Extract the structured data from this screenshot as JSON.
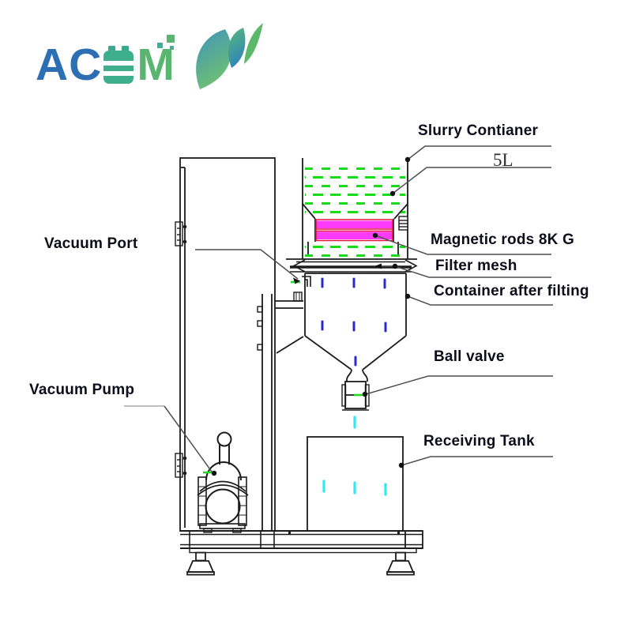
{
  "logo": {
    "part_ac": "AC",
    "part_m": "M",
    "full_text": "ACEM"
  },
  "labels": {
    "slurry_container": "Slurry Contianer",
    "volume": "5L",
    "magnetic_rods": "Magnetic rods 8K G",
    "filter_mesh": "Filter mesh",
    "container_after_filting": "Container after filting",
    "ball_valve": "Ball valve",
    "receiving_tank": "Receiving Tank",
    "vacuum_port": "Vacuum Port",
    "vacuum_pump": "Vacuum Pump"
  },
  "colors": {
    "line": "#1c1c1c",
    "leader": "#4f4f4f",
    "label_text": "#0c0c1a",
    "liquid_green": "#17dc17",
    "rod_magenta": "#fd3bfd",
    "rod_red": "#e31243",
    "drop_blue": "#2a2ad2",
    "drop_cyan": "#2ee9ef",
    "accent_tick_green": "#26d926",
    "logo_blue": "#2d6fb3",
    "logo_teal": "#2f9fae",
    "logo_battery": "#3aa98f",
    "logo_green": "#5ab570"
  }
}
